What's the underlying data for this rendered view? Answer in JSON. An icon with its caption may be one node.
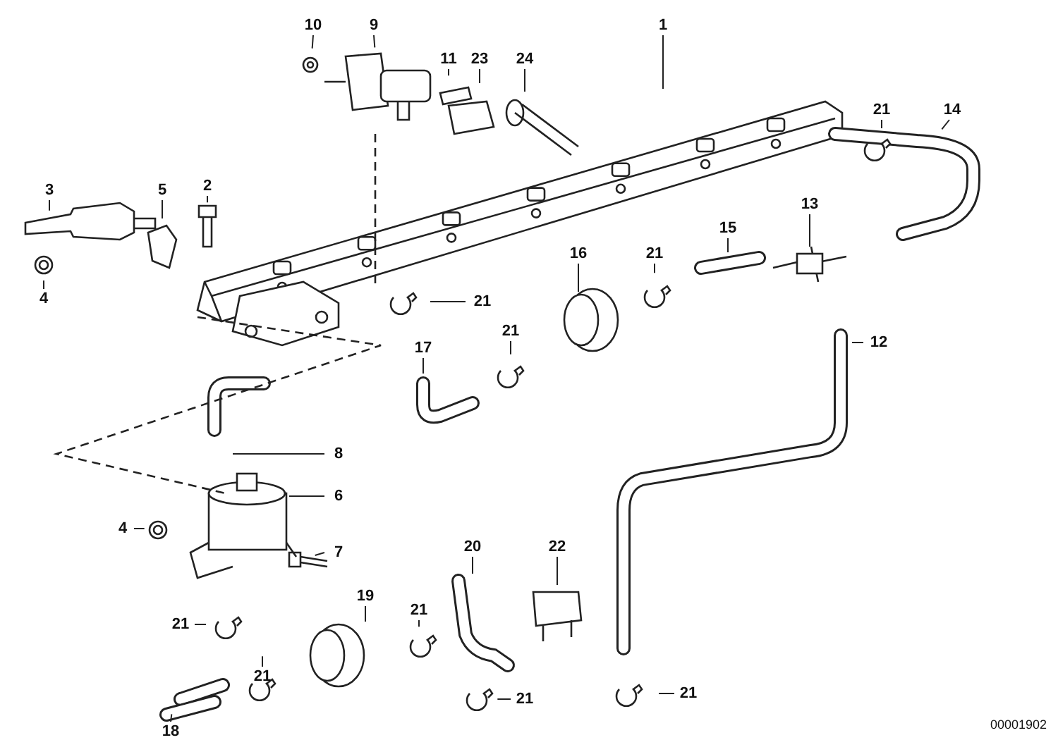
{
  "diagram": {
    "nodes": [
      {
        "text": [
          "10"
        ]
      },
      {
        "text": [
          "9"
        ]
      },
      {
        "text": [
          "1"
        ]
      },
      {
        "text": [
          "11"
        ]
      },
      {
        "text": [
          "23"
        ]
      },
      {
        "text": [
          "24"
        ]
      },
      {
        "text": [
          "21"
        ]
      },
      {
        "text": [
          "14"
        ]
      },
      {
        "text": [
          "3"
        ]
      },
      {
        "text": [
          "2"
        ]
      },
      {
        "text": [
          "5"
        ]
      },
      {
        "text": [
          "13"
        ]
      },
      {
        "text": [
          "15"
        ]
      },
      {
        "text": [
          "21"
        ]
      },
      {
        "text": [
          "16"
        ]
      },
      {
        "text": [
          "4"
        ]
      },
      {
        "text": [
          "21"
        ]
      },
      {
        "text": [
          "17"
        ]
      },
      {
        "text": [
          "21"
        ]
      },
      {
        "text": [
          "12"
        ]
      },
      {
        "text": [
          "8"
        ]
      },
      {
        "text": [
          "6"
        ]
      },
      {
        "text": [
          "4"
        ]
      },
      {
        "text": [
          "7"
        ]
      },
      {
        "text": [
          "20"
        ]
      },
      {
        "text": [
          "22"
        ]
      },
      {
        "text": [
          "19"
        ]
      },
      {
        "text": [
          "21"
        ]
      },
      {
        "text": [
          "21"
        ]
      },
      {
        "text": [
          "21"
        ]
      },
      {
        "text": [
          "21"
        ]
      },
      {
        "text": [
          "21"
        ]
      },
      {
        "text": [
          "18"
        ]
      }
    ],
    "edges": [
      {
        "from": 0,
        "to": null,
        "arrow": "none"
      },
      {
        "from": 1,
        "to": null,
        "arrow": "none"
      },
      {
        "from": 2,
        "to": null,
        "arrow": "none"
      },
      {
        "from": 3,
        "to": null,
        "arrow": "none"
      },
      {
        "from": 4,
        "to": null,
        "arrow": "none"
      },
      {
        "from": 5,
        "to": null,
        "arrow": "none"
      },
      {
        "from": 6,
        "to": null,
        "arrow": "none"
      },
      {
        "from": 7,
        "to": null,
        "arrow": "none"
      },
      {
        "from": 8,
        "to": null,
        "arrow": "none"
      },
      {
        "from": 9,
        "to": null,
        "arrow": "none"
      },
      {
        "from": 10,
        "to": null,
        "arrow": "none"
      },
      {
        "from": 11,
        "to": null,
        "arrow": "none"
      },
      {
        "from": 12,
        "to": null,
        "arrow": "none"
      },
      {
        "from": 13,
        "to": null,
        "arrow": "none"
      },
      {
        "from": 14,
        "to": null,
        "arrow": "none"
      },
      {
        "from": 15,
        "to": null,
        "arrow": "none"
      },
      {
        "from": 16,
        "to": null,
        "arrow": "none"
      },
      {
        "from": 17,
        "to": null,
        "arrow": "none"
      },
      {
        "from": 18,
        "to": null,
        "arrow": "none"
      },
      {
        "from": 19,
        "to": null,
        "arrow": "none"
      },
      {
        "from": 20,
        "to": null,
        "arrow": "none"
      },
      {
        "from": 21,
        "to": null,
        "arrow": "none"
      },
      {
        "from": 22,
        "to": null,
        "arrow": "none"
      },
      {
        "from": 23,
        "to": null,
        "arrow": "none"
      },
      {
        "from": 24,
        "to": null,
        "arrow": "none"
      },
      {
        "from": 25,
        "to": null,
        "arrow": "none"
      },
      {
        "from": 26,
        "to": null,
        "arrow": "none"
      },
      {
        "from": 27,
        "to": null,
        "arrow": "none"
      },
      {
        "from": 28,
        "to": null,
        "arrow": "none"
      },
      {
        "from": 29,
        "to": null,
        "arrow": "none"
      },
      {
        "from": 30,
        "to": null,
        "arrow": "none"
      },
      {
        "from": 31,
        "to": null,
        "arrow": "none"
      },
      {
        "from": 32,
        "to": null,
        "arrow": "none"
      }
    ],
    "labels": [
      "00001902"
    ]
  }
}
